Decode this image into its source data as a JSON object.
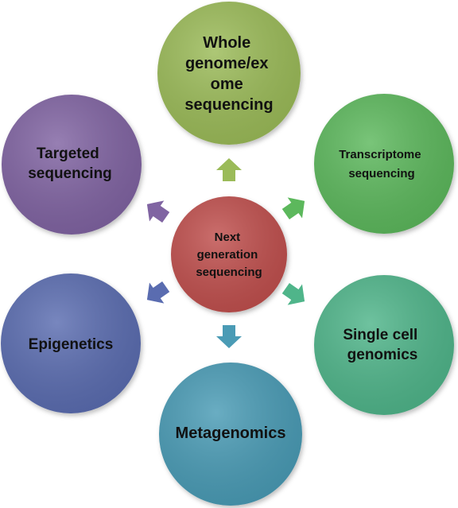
{
  "diagram": {
    "center": {
      "lines": [
        "Next",
        "generation",
        "sequencing"
      ],
      "color": "#c0504d"
    },
    "nodes": [
      {
        "id": "whole-genome",
        "lines": [
          "Whole",
          "genome/ex",
          "ome",
          "sequencing"
        ],
        "color": "#9bbb59"
      },
      {
        "id": "transcriptome",
        "lines": [
          "Transcriptome",
          "sequencing"
        ],
        "color": "#5cb85c"
      },
      {
        "id": "single-cell",
        "lines": [
          "Single cell",
          "genomics"
        ],
        "color": "#4fb58a"
      },
      {
        "id": "metagenomics",
        "lines": [
          "Metagenomics"
        ],
        "color": "#4a9bb5"
      },
      {
        "id": "epigenetics",
        "lines": [
          "Epigenetics"
        ],
        "color": "#5a6cb0"
      },
      {
        "id": "targeted",
        "lines": [
          "Targeted",
          "sequencing"
        ],
        "color": "#8064a2"
      }
    ],
    "arrows": [
      {
        "target": "whole-genome",
        "color": "#9bbb59"
      },
      {
        "target": "transcriptome",
        "color": "#5cb85c"
      },
      {
        "target": "single-cell",
        "color": "#4fb58a"
      },
      {
        "target": "metagenomics",
        "color": "#4a9bb5"
      },
      {
        "target": "epigenetics",
        "color": "#5a6cb0"
      },
      {
        "target": "targeted",
        "color": "#8064a2"
      }
    ]
  }
}
